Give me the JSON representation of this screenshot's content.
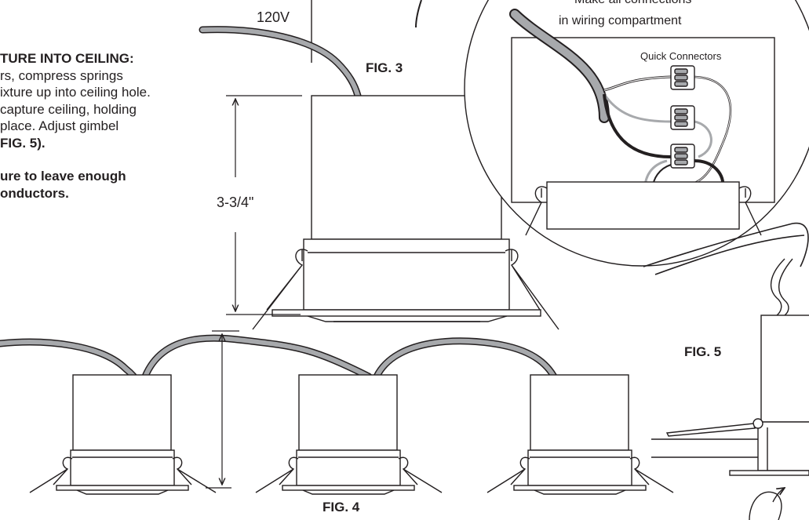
{
  "labels": {
    "voltage": "120V",
    "fig3": "FIG. 3",
    "fig4": "FIG. 4",
    "fig5": "FIG. 5",
    "dimension": "3-3/4\"",
    "callout_line1": "Make all connections",
    "callout_line2": "in wiring compartment",
    "quick_connectors": "Quick Connectors"
  },
  "instructions": {
    "heading": "TURE INTO CEILING:",
    "line1": "rs, compress springs",
    "line2": "ixture up into ceiling hole.",
    "line3": "capture ceiling, holding",
    "line4": "place.  Adjust gimbel",
    "line5": "FIG. 5).",
    "note1": "ure to leave enough",
    "note2": "onductors."
  }
}
